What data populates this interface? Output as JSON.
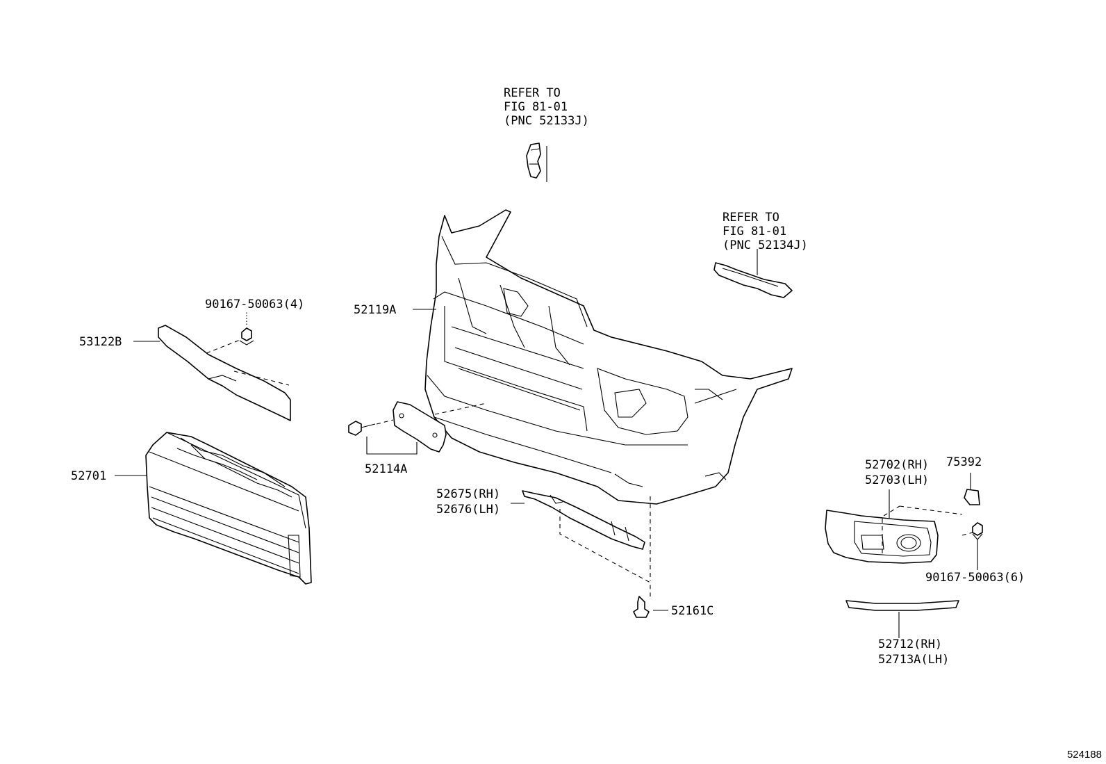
{
  "labels": {
    "refer_to_1": "REFER TO",
    "fig_1": "FIG 81-01",
    "pnc_1": "(PNC 52133J)",
    "refer_to_2": "REFER TO",
    "fig_2": "FIG 81-01",
    "pnc_2": "(PNC 52134J)",
    "p52119a": "52119A",
    "p90167_4": "90167-50063(4)",
    "p53122b": "53122B",
    "p52701": "52701",
    "p52114a": "52114A",
    "p52675": "52675(RH)",
    "p52676": "52676(LH)",
    "p52161c": "52161C",
    "p52702": "52702(RH)",
    "p52703": "52703(LH)",
    "p75392": "75392",
    "p90167_6": "90167-50063(6)",
    "p52712": "52712(RH)",
    "p52713a": "52713A(LH)"
  },
  "figure_number": "524188"
}
